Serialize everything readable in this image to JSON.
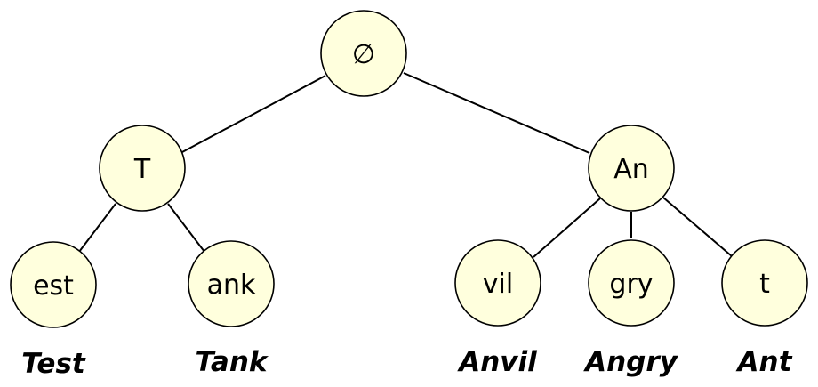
{
  "colors": {
    "node_fill": "#ffffdd",
    "node_stroke": "#000000",
    "edge": "#000000",
    "text": "#000000"
  },
  "tree": {
    "root": {
      "label": "∅"
    },
    "internal": [
      {
        "label": "T"
      },
      {
        "label": "An"
      }
    ],
    "leaves": [
      {
        "label": "est",
        "word": "Test"
      },
      {
        "label": "ank",
        "word": "Tank"
      },
      {
        "label": "vil",
        "word": "Anvil"
      },
      {
        "label": "gry",
        "word": "Angry"
      },
      {
        "label": "t",
        "word": "Ant"
      }
    ]
  }
}
